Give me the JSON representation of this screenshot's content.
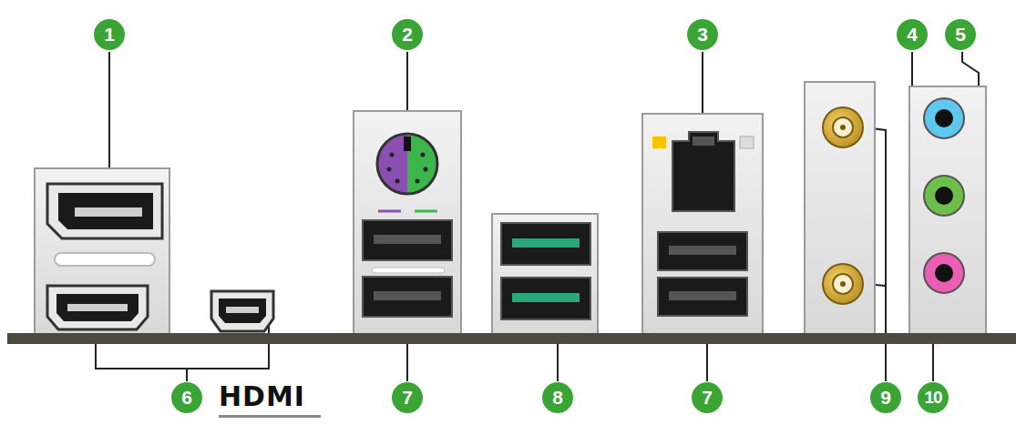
{
  "diagram": {
    "labels": [
      "1",
      "2",
      "3",
      "4",
      "5",
      "6",
      "HDMI",
      "7",
      "8",
      "7",
      "9",
      "10"
    ]
  }
}
